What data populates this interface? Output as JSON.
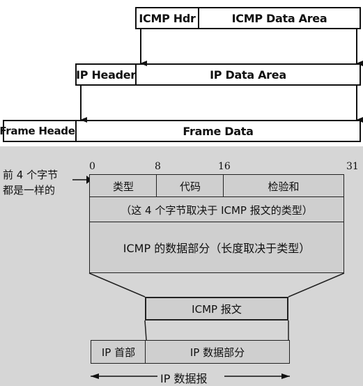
{
  "top_diagram": {
    "icmp_hdr": "ICMP Hdr",
    "icmp_data_area": "ICMP Data Area",
    "ip_header": "IP Header",
    "ip_data_area": "IP Data Area",
    "frame_header": "Frame Header",
    "frame_data": "Frame Data"
  },
  "bottom_diagram": {
    "side_note_line1": "前 4 个字节",
    "side_note_line2": "都是一样的",
    "bit_ticks": [
      "0",
      "8",
      "16",
      "31"
    ],
    "field_type": "类型",
    "field_code": "代码",
    "field_checksum": "检验和",
    "note_row": "（这 4 个字节取决于 ICMP 报文的类型）",
    "data_row": "ICMP 的数据部分（长度取决于类型）",
    "icmp_message": "ICMP 报文",
    "ip_head": "IP 首部",
    "ip_data": "IP 数据部分",
    "ip_datagram": "IP 数据报"
  }
}
